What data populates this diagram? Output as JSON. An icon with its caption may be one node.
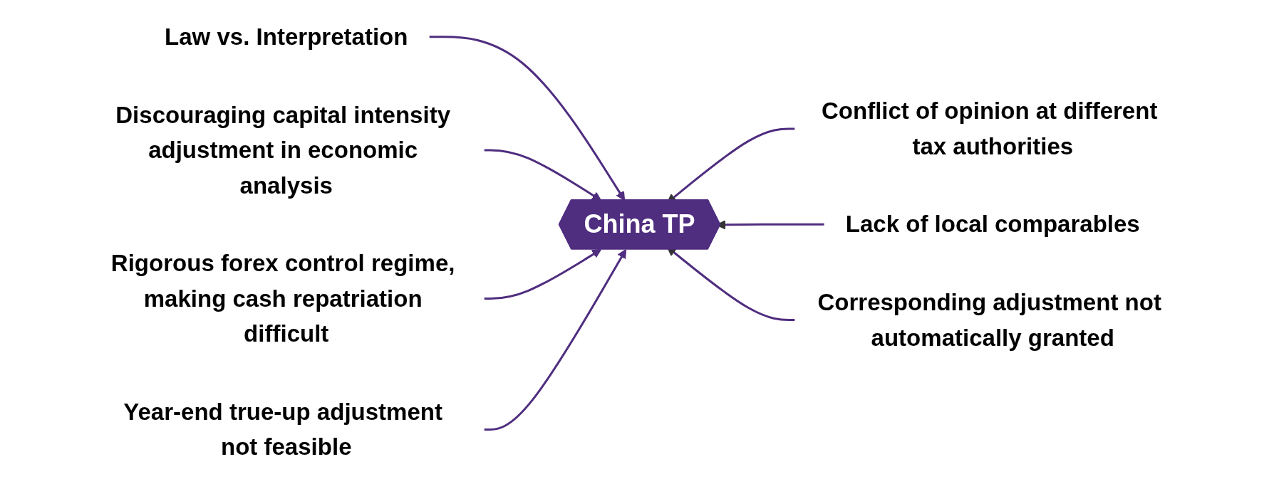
{
  "diagram": {
    "nodes": [
      {
        "text": [
          "Law vs. Interpretation"
        ]
      },
      {
        "text": [
          "Discouraging capital intensity adjustment in economic analysis"
        ]
      },
      {
        "text": [
          "Conflict of opinion at different tax authorities"
        ]
      },
      {
        "text": [
          "Rigorous forex control regime, making cash repatriation difficult"
        ]
      },
      {
        "text": [
          "China TP"
        ]
      },
      {
        "text": [
          "Lack of local comparables"
        ]
      },
      {
        "text": [
          "Year-end true-up adjustment not feasible"
        ]
      },
      {
        "text": [
          "Corresponding adjustment not automatically granted"
        ]
      }
    ],
    "edges": [
      {
        "from": 0,
        "to": 4,
        "arrow": "to"
      },
      {
        "from": 1,
        "to": 4,
        "arrow": "to"
      },
      {
        "from": 2,
        "to": 4,
        "arrow": "to"
      },
      {
        "from": 3,
        "to": 4,
        "arrow": "to"
      },
      {
        "from": 5,
        "to": 4,
        "arrow": "to"
      },
      {
        "from": 6,
        "to": 4,
        "arrow": "to"
      },
      {
        "from": 7,
        "to": 4,
        "arrow": "to"
      }
    ]
  }
}
